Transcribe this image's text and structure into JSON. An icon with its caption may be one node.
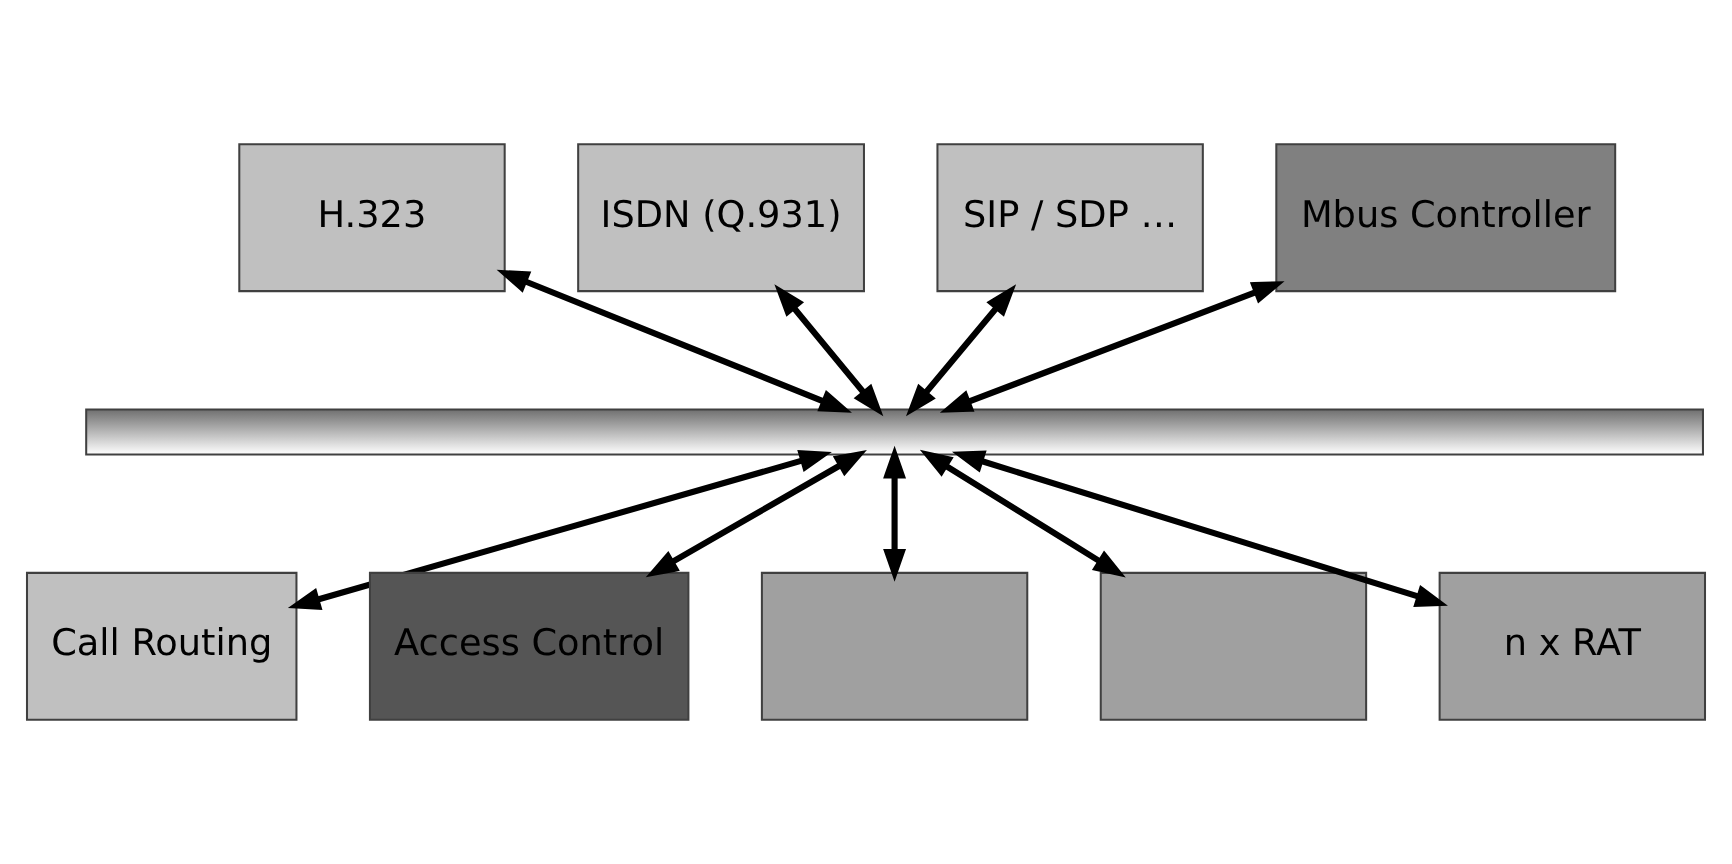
{
  "diagram": {
    "nodes": [
      {
        "text": [
          "H.323"
        ]
      },
      {
        "text": [
          "ISDN (Q.931)"
        ]
      },
      {
        "text": [
          "SIP / SDP …"
        ]
      },
      {
        "text": [
          "Mbus Controller"
        ]
      },
      {
        "text": [],
        "shape": "bar"
      },
      {
        "text": [
          "Call Routing"
        ]
      },
      {
        "text": [
          "Access Control"
        ]
      },
      {
        "text": [],
        "shape": "box"
      },
      {
        "text": [],
        "shape": "box"
      },
      {
        "text": [
          "n x RAT"
        ]
      }
    ],
    "edges": [
      {
        "from": 0,
        "to": 4,
        "arrow": "both"
      },
      {
        "from": 1,
        "to": 4,
        "arrow": "both"
      },
      {
        "from": 2,
        "to": 4,
        "arrow": "both"
      },
      {
        "from": 3,
        "to": 4,
        "arrow": "both"
      },
      {
        "from": 4,
        "to": 5,
        "arrow": "both"
      },
      {
        "from": 4,
        "to": 6,
        "arrow": "both"
      },
      {
        "from": 4,
        "to": 7,
        "arrow": "both"
      },
      {
        "from": 4,
        "to": 8,
        "arrow": "both"
      },
      {
        "from": 4,
        "to": 9,
        "arrow": "both"
      }
    ]
  }
}
